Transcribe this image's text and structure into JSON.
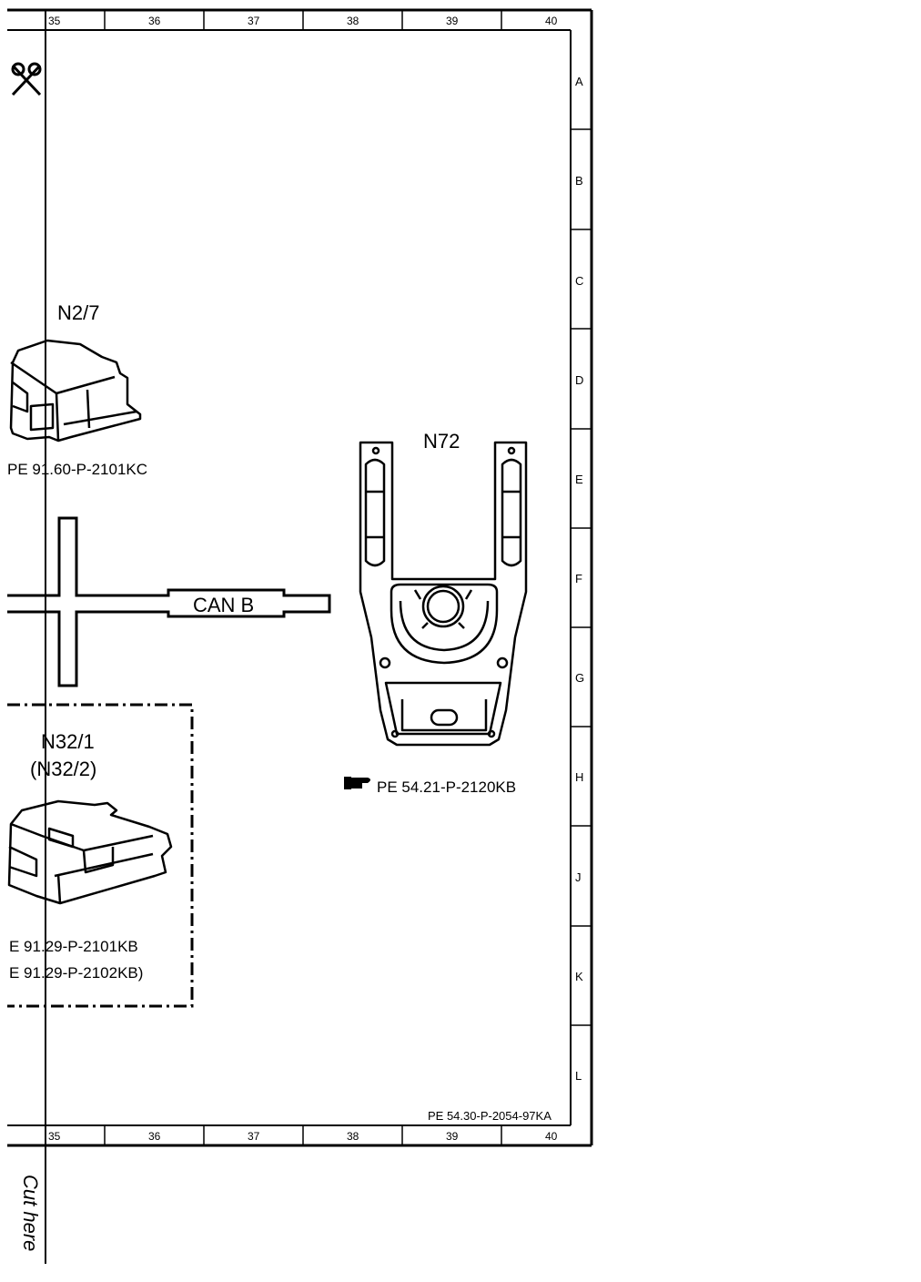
{
  "grid": {
    "columns": [
      "35",
      "36",
      "37",
      "38",
      "39",
      "40"
    ],
    "rows": [
      "A",
      "B",
      "C",
      "D",
      "E",
      "F",
      "G",
      "H",
      "J",
      "K",
      "L"
    ]
  },
  "components": {
    "n2_7": {
      "label": "N2/7",
      "ref": "PE 91.60-P-2101KC"
    },
    "n72": {
      "label": "N72",
      "ref": "PE 54.21-P-2120KB"
    },
    "n32": {
      "label": "N32/1",
      "label_alt": "(N32/2)",
      "ref": "E 91.29-P-2101KB",
      "ref_alt": "E 91.29-P-2102KB)"
    }
  },
  "bus": {
    "label": "CAN B"
  },
  "footer": {
    "doc_ref": "PE 54.30-P-2054-97KA"
  },
  "cut_label": "Cut here",
  "colors": {
    "ink": "#000000",
    "paper": "#ffffff"
  }
}
